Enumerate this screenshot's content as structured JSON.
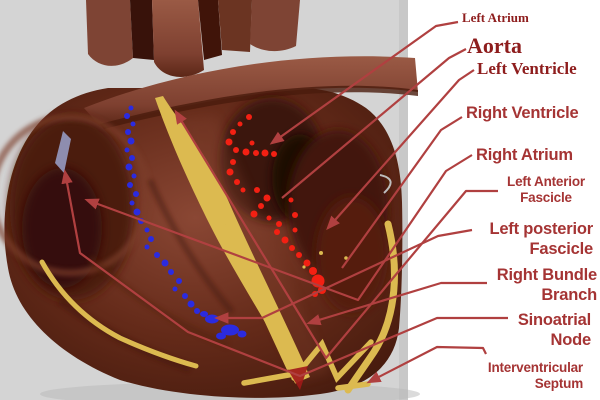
{
  "figure": {
    "type": "heart-anatomy-diagram",
    "labels": [
      {
        "id": "left-atrium",
        "text": "Left Atrium"
      },
      {
        "id": "aorta",
        "text": "Aorta"
      },
      {
        "id": "left-ventricle",
        "text": "Left Ventricle"
      },
      {
        "id": "right-ventricle",
        "text": "Right Ventricle"
      },
      {
        "id": "right-atrium",
        "text": "Right Atrium"
      },
      {
        "id": "left-anterior-fascicle",
        "text": "Left Anterior\nFascicle"
      },
      {
        "id": "left-posterior-fascicle",
        "text": "Left posterior\nFascicle"
      },
      {
        "id": "right-bundle-branch",
        "text": "Right Bundle\nBranch"
      },
      {
        "id": "sinoatrial-node",
        "text": "Sinoatrial\nNode"
      },
      {
        "id": "interventricular-septum",
        "text": "Interventricular\nSeptum"
      }
    ]
  },
  "colors": {
    "background": "#d4d4d4",
    "panel": "#ffffff",
    "label_serif": "#8e1d1d",
    "label_sans": "#a53434",
    "leader_line": "#b04040",
    "conduction": "#dcba50",
    "blue_dots": "#2b2be0",
    "red_dots": "#f32013",
    "sa_node_marker": "#979dc6",
    "heart_base": "#6e3222"
  }
}
